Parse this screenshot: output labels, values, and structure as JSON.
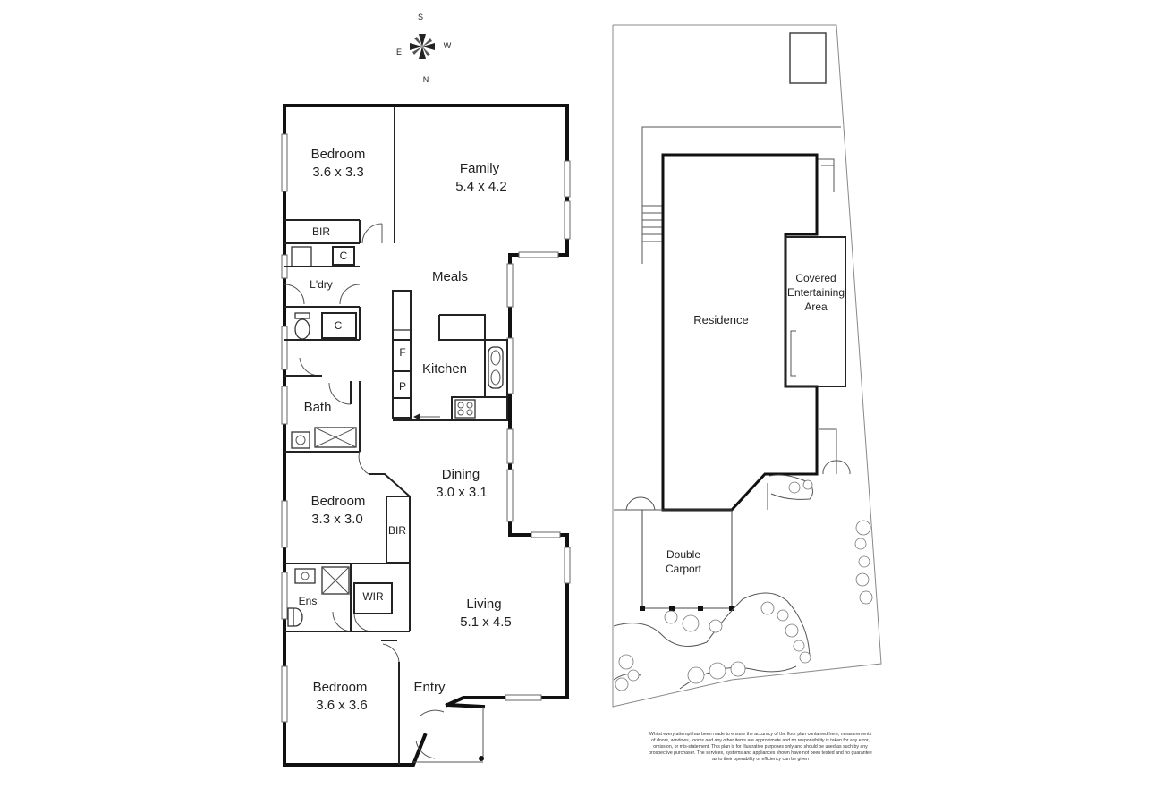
{
  "compass": {
    "s": "S",
    "e": "E",
    "w": "W",
    "n": "N"
  },
  "rooms": {
    "bedroom1": {
      "name": "Bedroom",
      "size": "3.6 x 3.3"
    },
    "family": {
      "name": "Family",
      "size": "5.4 x 4.2"
    },
    "bir1": "BIR",
    "c1": "C",
    "laundry": "L'dry",
    "c2": "C",
    "meals": "Meals",
    "kitchen": "Kitchen",
    "fridge": "F",
    "pantry": "P",
    "bath": "Bath",
    "dining": {
      "name": "Dining",
      "size": "3.0 x 3.1"
    },
    "bedroom2": {
      "name": "Bedroom",
      "size": "3.3 x 3.0"
    },
    "bir2": "BIR",
    "ens": "Ens",
    "wir": "WIR",
    "living": {
      "name": "Living",
      "size": "5.1 x 4.5"
    },
    "bedroom3": {
      "name": "Bedroom",
      "size": "3.6 x 3.6"
    },
    "entry": "Entry"
  },
  "site": {
    "residence": "Residence",
    "covered": [
      "Covered",
      "Entertaining",
      "Area"
    ],
    "carport": [
      "Double",
      "Carport"
    ]
  },
  "disclaimer": [
    "Whilst every attempt has been made to ensure the accuracy of the floor plan contained here, measurements",
    "of doors, windows, rooms and any other items are approximate and no responsibility is taken for any error,",
    "omission, or mis-statement. This plan is for illustrative purposes only and should be used as such by any",
    "prospective purchaser. The services, systems and appliances shown have not been tested and no guarantee",
    "as to their operability or efficiency can be given"
  ]
}
